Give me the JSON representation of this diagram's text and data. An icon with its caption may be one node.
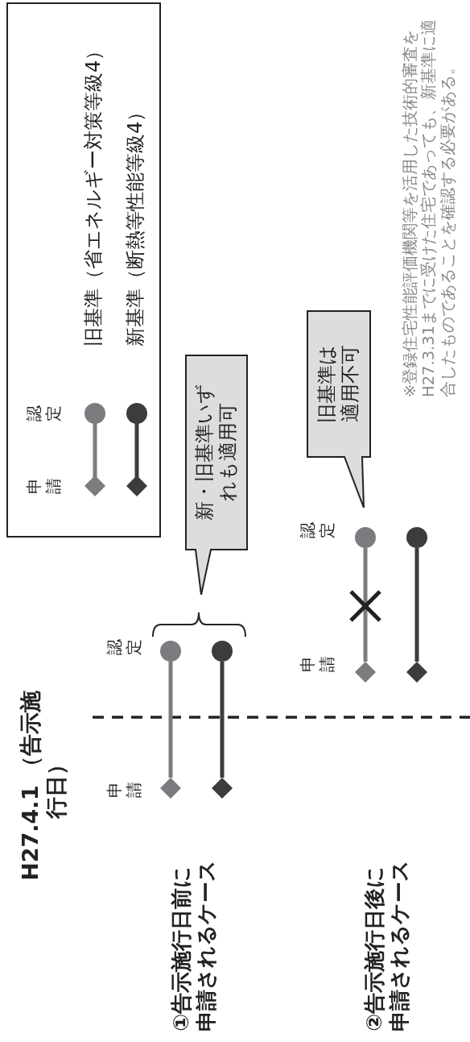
{
  "diagram": {
    "title": "H27.4.1 （告示施行日）",
    "nodes": [
      {
        "text": [
          "新・旧基準いずれも適用可"
        ]
      },
      {
        "text": [
          "旧基準は適用不可"
        ]
      },
      {
        "text": [],
        "shape": "diamond"
      },
      {
        "text": [],
        "shape": "circle"
      },
      {
        "text": [],
        "shape": "diamond"
      },
      {
        "text": [],
        "shape": "circle"
      },
      {
        "text": [],
        "shape": "diamond"
      },
      {
        "text": [],
        "shape": "circle"
      },
      {
        "text": [],
        "shape": "diamond"
      },
      {
        "text": [],
        "shape": "circle"
      }
    ],
    "edges": [
      {
        "from": 2,
        "to": 3,
        "arrow": "none",
        "color": "#7b7c7f"
      },
      {
        "from": 4,
        "to": 5,
        "arrow": "none",
        "color": "#3c3c3e"
      },
      {
        "from": 6,
        "to": 7,
        "arrow": "none",
        "color": "#7b7c7f"
      },
      {
        "from": 8,
        "to": 9,
        "arrow": "none",
        "color": "#3c3c3e"
      }
    ],
    "labels": [
      "①告示施行日前に申請されるケース",
      "②告示施行日後に申請されるケース",
      "申請",
      "認定",
      "申請",
      "認定",
      "申請",
      "認定",
      "※登録住宅性能評価機関等を活用した技術的審査をH27.3.31までに受けた住宅であっても、新基準に適合したものであることを確認する必要がある。"
    ],
    "legend": [
      {
        "text": "旧基準（省エネルギー対策等級4）"
      },
      {
        "text": "新基準（断熱等性能等級4）"
      }
    ]
  }
}
